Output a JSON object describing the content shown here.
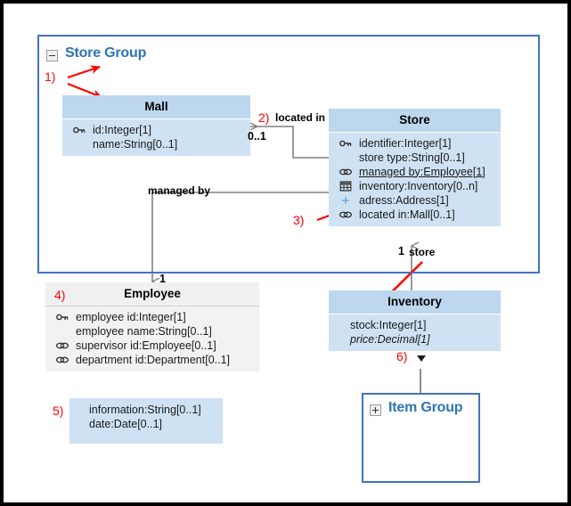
{
  "diagram": {
    "type": "uml-class-diagram",
    "package": {
      "name": "Store Group",
      "expander_icon": "minus-box-icon",
      "state": "expanded"
    },
    "subpackage": {
      "name": "Item Group",
      "expander_icon": "plus-box-icon",
      "state": "collapsed"
    },
    "classes": [
      {
        "id": "mall",
        "name": "Mall",
        "style": "blue",
        "attributes": [
          {
            "icon": "key-icon",
            "text": "id:Integer[1]",
            "underline": false,
            "italic": false
          },
          {
            "icon": "none",
            "text": "name:String[0..1]",
            "underline": false,
            "italic": false
          }
        ]
      },
      {
        "id": "store",
        "name": "Store",
        "style": "blue",
        "attributes": [
          {
            "icon": "key-icon",
            "text": "identifier:Integer[1]",
            "underline": false,
            "italic": false
          },
          {
            "icon": "none",
            "text": "store type:String[0..1]",
            "underline": false,
            "italic": false
          },
          {
            "icon": "link-icon",
            "text": "managed by:Employee[1]",
            "underline": true,
            "italic": false
          },
          {
            "icon": "table-icon",
            "text": "inventory:Inventory[0..n]",
            "underline": false,
            "italic": false
          },
          {
            "icon": "plus-icon",
            "text": "adress:Address[1]",
            "underline": false,
            "italic": false
          },
          {
            "icon": "link-icon",
            "text": "located in:Mall[0..1]",
            "underline": false,
            "italic": false
          }
        ]
      },
      {
        "id": "employee",
        "name": "Employee",
        "style": "gray",
        "attributes": [
          {
            "icon": "key-icon",
            "text": "employee id:Integer[1]",
            "underline": false,
            "italic": false
          },
          {
            "icon": "none",
            "text": "employee name:String[0..1]",
            "underline": false,
            "italic": false
          },
          {
            "icon": "link-icon",
            "text": "supervisor id:Employee[0..1]",
            "underline": false,
            "italic": false
          },
          {
            "icon": "link-icon",
            "text": "department id:Department[0..1]",
            "underline": false,
            "italic": false
          }
        ]
      },
      {
        "id": "inventory",
        "name": "Inventory",
        "style": "blue",
        "attributes": [
          {
            "icon": "none",
            "text": "stock:Integer[1]",
            "underline": false,
            "italic": false
          },
          {
            "icon": "none",
            "text": "price:Decimal[1]",
            "underline": false,
            "italic": true
          }
        ]
      }
    ],
    "note": {
      "id": "note-5",
      "lines": [
        "information:String[0..1]",
        "date:Date[0..1]"
      ]
    },
    "associations": [
      {
        "id": "located-in",
        "label": "located in",
        "source_multiplicity": "0..1",
        "target_multiplicity": ""
      },
      {
        "id": "managed-by",
        "label": "managed by",
        "source_multiplicity": "",
        "target_multiplicity": "1"
      },
      {
        "id": "store-inventory",
        "label": "",
        "source_multiplicity": "1",
        "target_multiplicity": "store"
      }
    ],
    "annotations": [
      {
        "id": "a1",
        "label": "1)"
      },
      {
        "id": "a2",
        "label": "2)"
      },
      {
        "id": "a3",
        "label": "3)"
      },
      {
        "id": "a4",
        "label": "4)"
      },
      {
        "id": "a5",
        "label": "5)"
      },
      {
        "id": "a6",
        "label": "6)"
      }
    ],
    "colors": {
      "package_border": "#4472c4",
      "package_title": "#2e74b5",
      "class_header_blue": "#bdd7ee",
      "class_body_blue": "#cfe2f3",
      "class_header_gray": "#f0f0f0",
      "class_body_gray": "#f2f2f2",
      "annotation_red": "#ff0000",
      "connector_gray": "#808080",
      "outer_border": "#000000"
    }
  }
}
